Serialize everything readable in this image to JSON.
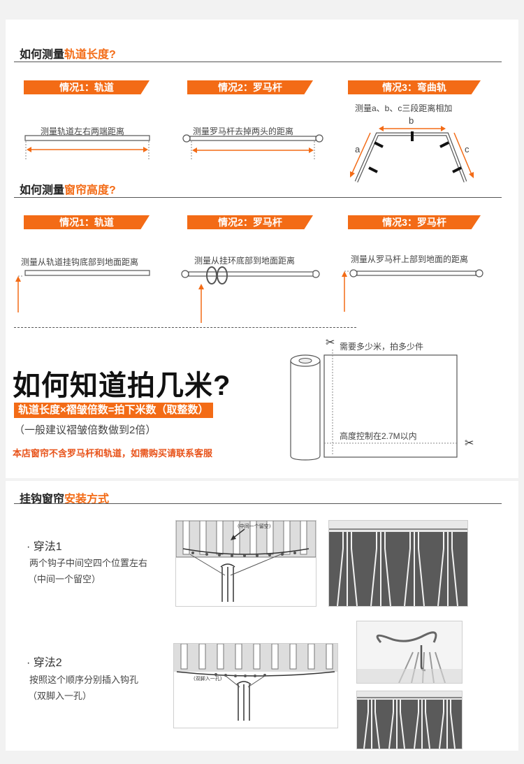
{
  "colors": {
    "accent": "#f36b16",
    "warn": "#e8531a",
    "line": "#555555"
  },
  "track_length": {
    "heading_prefix": "如何测量",
    "heading_highlight": "轨道长度?",
    "cases": [
      {
        "banner": "情况1：轨道",
        "caption": "测量轨道左右两端距离"
      },
      {
        "banner": "情况2：罗马杆",
        "caption": "测量罗马杆去掉两头的距离"
      },
      {
        "banner": "情况3：弯曲轨",
        "caption": "测量a、b、c三段距离相加",
        "labels": [
          "a",
          "b",
          "c"
        ]
      }
    ]
  },
  "curtain_height": {
    "heading_prefix": "如何测量",
    "heading_highlight": "窗帘高度?",
    "cases": [
      {
        "banner": "情况1：轨道",
        "caption": "测量从轨道挂钩底部到地面距离"
      },
      {
        "banner": "情况2：罗马杆",
        "caption": "测量从挂环底部到地面距离"
      },
      {
        "banner": "情况3：罗马杆",
        "caption": "测量从罗马杆上部到地面的距离"
      }
    ]
  },
  "meters": {
    "title": "如何知道拍几米?",
    "formula": "轨道长度×褶皱倍数=拍下米数（取整数）",
    "advice": "（一般建议褶皱倍数做到2倍）",
    "notice": "本店窗帘不含罗马杆和轨道，如需购买请联系客服",
    "cut_note": "需要多少米，拍多少件",
    "height_note": "高度控制在2.7M以内"
  },
  "install": {
    "heading_prefix": "挂钩窗帘",
    "heading_highlight": "安装方式",
    "methods": [
      {
        "title": "· 穿法1",
        "desc1": "两个钩子中间空四个位置左右",
        "desc2": "（中间一个留空）",
        "figure_label": "(中间一个留空)"
      },
      {
        "title": "· 穿法2",
        "desc1": "按照这个顺序分别插入钩孔",
        "desc2": "（双脚入一孔）",
        "figure_label": "(双脚入一孔)"
      }
    ]
  }
}
